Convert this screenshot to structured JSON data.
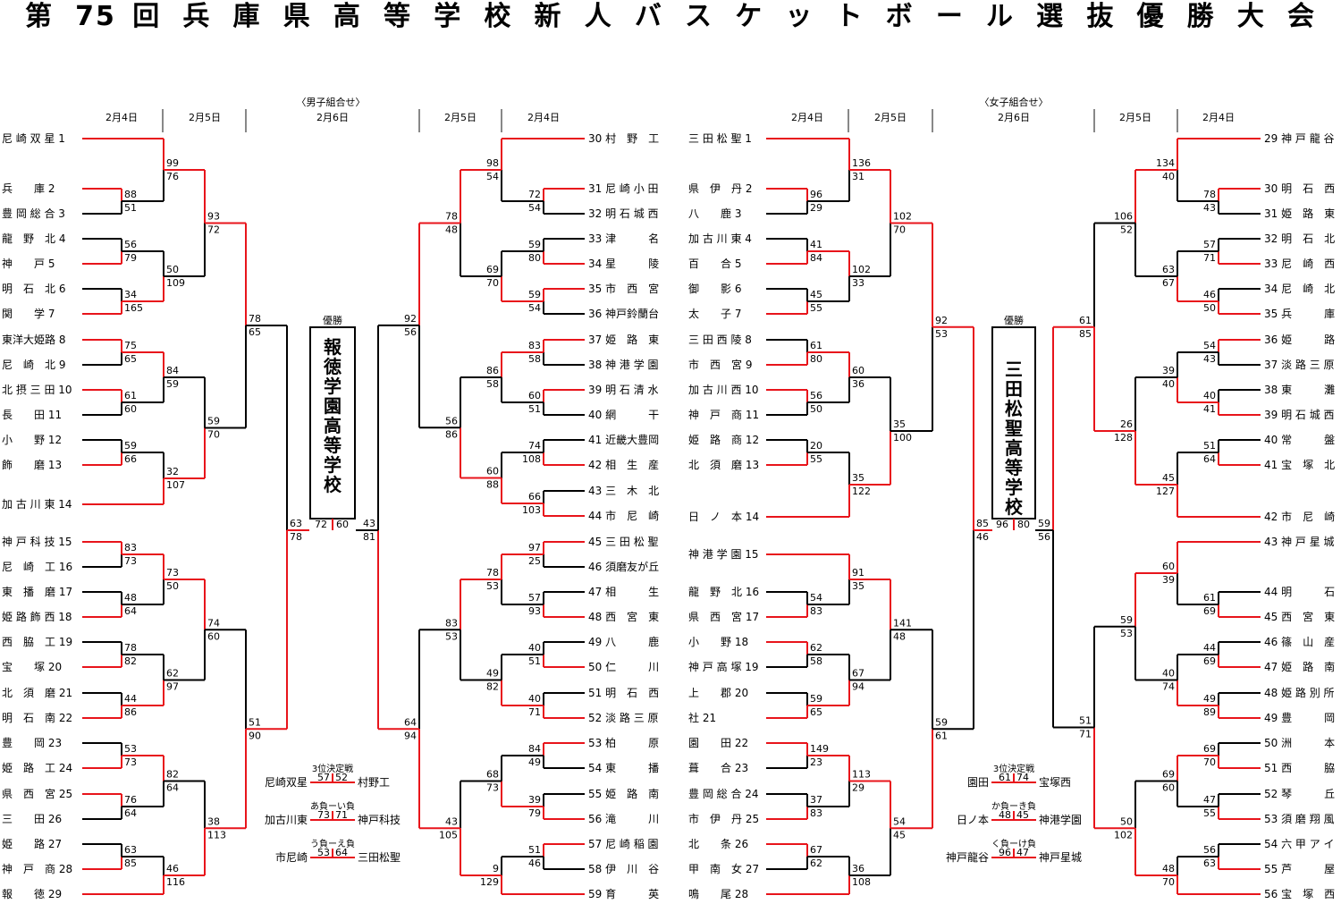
{
  "title": "第 75 回 兵 庫 県 高 等 学 校 新 人 バ ス ケ ッ ト ボ ー ル 選 抜 優 勝 大 会",
  "boys": {
    "label": "〈男子組合せ〉",
    "champion_label": "優勝",
    "champion": "報徳学園高等学校",
    "final_scores": [
      "72",
      "60"
    ],
    "date_left_r1": "2月4日",
    "date_left_r2": "2月5日",
    "date_center": "2月6日",
    "date_right_r2": "2月5日",
    "date_right_r1": "2月4日",
    "left_teams": [
      "尼 崎 双 星  1",
      "兵　　庫  2",
      "豊 岡 総 合  3",
      "龍　野　北  4",
      "神　　戸  5",
      "明　石　北  6",
      "関　　学  7",
      "東洋大姫路  8",
      "尼　崎　北  9",
      "北 摂 三 田  10",
      "長　　田  11",
      "小　　野  12",
      "飾　　磨  13",
      "加 古 川 東  14",
      "神 戸 科 技  15",
      "尼　崎　工  16",
      "東　播　磨  17",
      "姫 路 飾 西  18",
      "西　脇　工  19",
      "宝　　塚  20",
      "北　須　磨  21",
      "明　石　南  22",
      "豊　　岡  23",
      "姫　路　工  24",
      "県　西　宮  25",
      "三　　田  26",
      "姫　　路  27",
      "神　戸　商  28",
      "報　　徳  29"
    ],
    "right_teams": [
      "30 村　野　工",
      "31 尼 崎 小 田",
      "32 明 石 城 西",
      "33 津　　　名",
      "34 星　　　陵",
      "35 市　西　宮",
      "36 神戸鈴蘭台",
      "37 姫　路　東",
      "38 神 港 学 園",
      "39 明 石 清 水",
      "40 網　　　干",
      "41 近畿大豊岡",
      "42 相　生　産",
      "43 三　木　北",
      "44 市　尼　崎",
      "45 三 田 松 聖",
      "46 須磨友が丘",
      "47 相　　　生",
      "48 西　宮　東",
      "49 八　　　鹿",
      "50 仁　　　川",
      "51 明　石　西",
      "52 淡 路 三 原",
      "53 柏　　　原",
      "54 東　　　播",
      "55 姫　路　南",
      "56 滝　　　川",
      "57 尼 崎 稲 園",
      "58 伊　川　谷",
      "59 育　　　英"
    ],
    "left_r1_scores": [
      "88",
      "51",
      "56",
      "79",
      "34",
      "165",
      "75",
      "65",
      "61",
      "60",
      "59",
      "66",
      "83",
      "73",
      "48",
      "64",
      "78",
      "82",
      "44",
      "86",
      "53",
      "73",
      "76",
      "64",
      "63",
      "85"
    ],
    "left_r2_scores": [
      "99",
      "76",
      "50",
      "109",
      "84",
      "59",
      "32",
      "107",
      "73",
      "50",
      "62",
      "97",
      "82",
      "64",
      "46",
      "116"
    ],
    "left_r3_scores": [
      "93",
      "72",
      "59",
      "70",
      "74",
      "60",
      "38",
      "113"
    ],
    "left_r4_scores": [
      "78",
      "65",
      "51",
      "90"
    ],
    "left_semi_scores": [
      "63",
      "78"
    ],
    "right_r1_scores": [
      "72",
      "54",
      "59",
      "80",
      "59",
      "54",
      "83",
      "58",
      "60",
      "51",
      "74",
      "108",
      "66",
      "103",
      "97",
      "25",
      "57",
      "93",
      "40",
      "51",
      "40",
      "71",
      "84",
      "49",
      "39",
      "79",
      "51",
      "46"
    ],
    "right_r2_scores": [
      "98",
      "54",
      "69",
      "70",
      "86",
      "58",
      "60",
      "88",
      "78",
      "53",
      "49",
      "82",
      "68",
      "73",
      "9",
      "129"
    ],
    "right_r3_scores": [
      "78",
      "48",
      "56",
      "86",
      "83",
      "53",
      "43",
      "105"
    ],
    "right_r4_scores": [
      "92",
      "56",
      "64",
      "94"
    ],
    "right_semi_scores": [
      "43",
      "81"
    ],
    "third_place_title": "3位決定戦",
    "third_place": {
      "a": "尼崎双星",
      "sa": "57",
      "sb": "52",
      "b": "村野工"
    },
    "consol1_title": "あ負ーい負",
    "consol1": {
      "a": "加古川東",
      "sa": "73",
      "sb": "71",
      "b": "神戸科技"
    },
    "consol2_title": "う負ーえ負",
    "consol2": {
      "a": "市尼崎",
      "sa": "53",
      "sb": "64",
      "b": "三田松聖"
    }
  },
  "girls": {
    "label": "〈女子組合せ〉",
    "champion_label": "優勝",
    "champion": "三田松聖高等学校",
    "final_scores": [
      "96",
      "80"
    ],
    "date_left_r1": "2月4日",
    "date_left_r2": "2月5日",
    "date_center": "2月6日",
    "date_right_r2": "2月5日",
    "date_right_r1": "2月4日",
    "left_teams": [
      "三 田 松 聖  1",
      "県　伊　丹  2",
      "八　　鹿  3",
      "加 古 川 東  4",
      "百　　合  5",
      "御　　影  6",
      "太　　子  7",
      "三 田 西 陵  8",
      "市　西　宮  9",
      "加 古 川 西  10",
      "神　戸　商  11",
      "姫　路　商  12",
      "北　須　磨  13",
      "日　ノ　本  14",
      "神 港 学 園  15",
      "龍　野　北  16",
      "県　西　宮  17",
      "小　　野  18",
      "神 戸 高 塚  19",
      "上　　郡  20",
      "社  21",
      "園　　田  22",
      "葺　　合  23",
      "豊 岡 総 合  24",
      "市　伊　丹  25",
      "北　　条  26",
      "甲　南　女  27",
      "鳴　　尾  28"
    ],
    "right_teams": [
      "29 神 戸 龍 谷",
      "30 明　石　西",
      "31 姫　路　東",
      "32 明　石　北",
      "33 尼　崎　西",
      "34 尼　崎　北",
      "35 兵　　　庫",
      "36 姫　　　路",
      "37 淡 路 三 原",
      "38 東　　　灘",
      "39 明 石 城 西",
      "40 常　　　盤",
      "41 宝　塚　北",
      "42 市　尼　崎",
      "43 神 戸 星 城",
      "44 明　　　石",
      "45 西　宮　東",
      "46 篠　山　産",
      "47 姫　路　南",
      "48 姫 路 別 所",
      "49 豊　　　岡",
      "50 洲　　　本",
      "51 西　　　脇",
      "52 琴　　　丘",
      "53 須 磨 翔 風",
      "54 六 甲 ア イ",
      "55 芦　　　屋",
      "56 宝　塚　西"
    ],
    "left_r1_scores": [
      "96",
      "29",
      "41",
      "84",
      "45",
      "55",
      "61",
      "80",
      "56",
      "50",
      "20",
      "55",
      "54",
      "83",
      "62",
      "58",
      "59",
      "65",
      "149",
      "23",
      "37",
      "83",
      "67",
      "62"
    ],
    "left_r2_scores": [
      "136",
      "31",
      "102",
      "33",
      "60",
      "36",
      "35",
      "122",
      "91",
      "35",
      "67",
      "94",
      "113",
      "29",
      "36",
      "108"
    ],
    "left_r3_scores": [
      "102",
      "70",
      "35",
      "100",
      "141",
      "48",
      "54",
      "45"
    ],
    "left_r4_scores": [
      "92",
      "53",
      "59",
      "61"
    ],
    "left_semi_scores": [
      "85",
      "46"
    ],
    "right_r1_scores": [
      "78",
      "43",
      "57",
      "71",
      "46",
      "50",
      "54",
      "43",
      "40",
      "41",
      "51",
      "64",
      "61",
      "69",
      "44",
      "69",
      "49",
      "89",
      "69",
      "70",
      "47",
      "55",
      "56",
      "63"
    ],
    "right_r2_scores": [
      "134",
      "40",
      "63",
      "67",
      "39",
      "40",
      "45",
      "127",
      "60",
      "39",
      "40",
      "74",
      "69",
      "60",
      "48",
      "70"
    ],
    "right_r3_scores": [
      "106",
      "52",
      "26",
      "128",
      "59",
      "53",
      "50",
      "102"
    ],
    "right_r4_scores": [
      "61",
      "85",
      "51",
      "71"
    ],
    "right_semi_scores": [
      "59",
      "56"
    ],
    "third_place_title": "3位決定戦",
    "third_place": {
      "a": "園田",
      "sa": "61",
      "sb": "74",
      "b": "宝塚西"
    },
    "consol1_title": "か負ーき負",
    "consol1": {
      "a": "日ノ本",
      "sa": "48",
      "sb": "45",
      "b": "神港学園"
    },
    "consol2_title": "く負ーけ負",
    "consol2": {
      "a": "神戸龍谷",
      "sa": "96",
      "sb": "47",
      "b": "神戸星城"
    }
  },
  "colors": {
    "winner_line": "#e8141b",
    "loser_line": "#000000",
    "divider": "#888888"
  }
}
